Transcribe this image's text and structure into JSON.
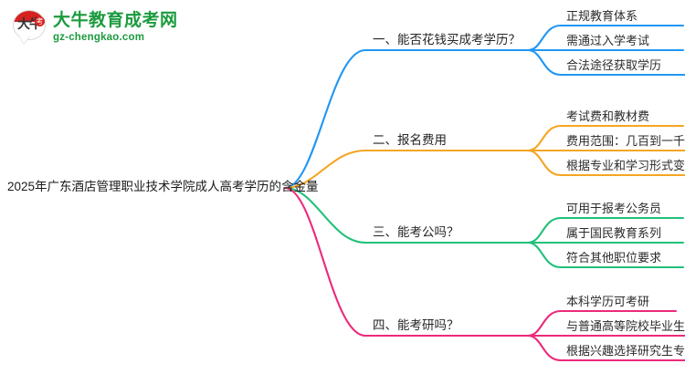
{
  "logo": {
    "mark_text": "大牛",
    "mark_badge": "考",
    "title": "大牛教育成考网",
    "url": "gz-chengkao.com",
    "brand_green": "#1b9b3e",
    "brand_red": "#d5231f"
  },
  "mindmap": {
    "root": "2025年广东酒店管理职业技术学院成人高考学历的含金量",
    "branches": [
      {
        "label": "一、能否花钱买成考学历？",
        "color": "#2196F3",
        "children": [
          "正规教育体系",
          "需通过入学考试",
          "合法途径获取学历"
        ]
      },
      {
        "label": "二、报名费用",
        "color": "#F5A623",
        "children": [
          "考试费和教材费",
          "费用范围：几百到一千元",
          "根据专业和学习形式变化"
        ]
      },
      {
        "label": "三、能考公吗？",
        "color": "#22C07A",
        "children": [
          "可用于报考公务员",
          "属于国民教育系列",
          "符合其他职位要求"
        ]
      },
      {
        "label": "四、能考研吗？",
        "color": "#EC2A7B",
        "children": [
          "本科学历可考研",
          "与普通高等院校毕业生同等待遇",
          "根据兴趣选择研究生专业"
        ]
      }
    ]
  }
}
